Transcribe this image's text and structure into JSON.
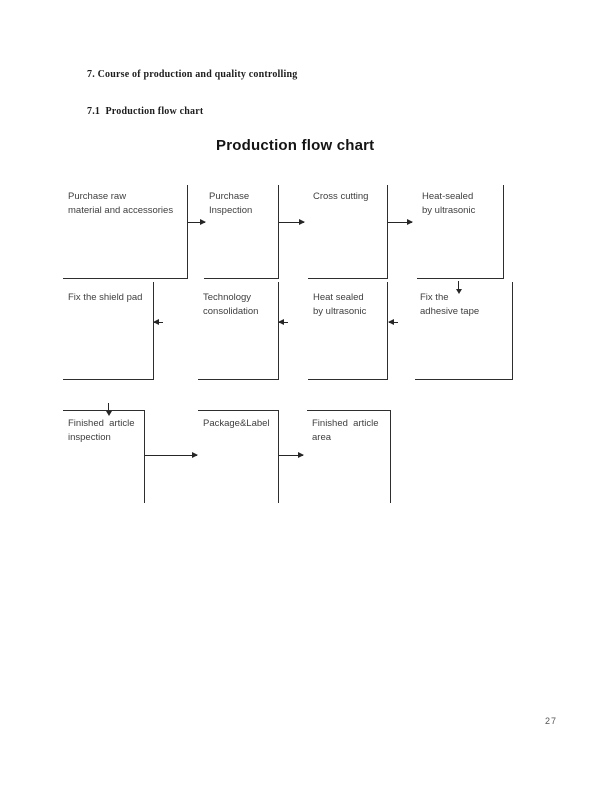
{
  "page": {
    "heading1": "7. Course of production and quality controlling",
    "heading2": "7.1  Production flow chart",
    "title": "Production flow chart",
    "page_number": "27"
  },
  "flowchart": {
    "rows": [
      {
        "boxes": [
          {
            "label": "Purchase raw\nmaterial and accessories"
          },
          {
            "label": "Purchase\nInspection"
          },
          {
            "label": "Cross cutting"
          },
          {
            "label": "Heat-sealed\nby ultrasonic"
          }
        ]
      },
      {
        "boxes": [
          {
            "label": "Fix the shield pad"
          },
          {
            "label": "Technology\nconsolidation"
          },
          {
            "label": "Heat sealed\nby ultrasonic"
          },
          {
            "label": "Fix the\nadhesive tape"
          }
        ]
      },
      {
        "boxes": [
          {
            "label": "Finished  article\ninspection"
          },
          {
            "label": "Package&Label"
          },
          {
            "label": "Finished  article\narea"
          }
        ]
      }
    ]
  },
  "colors": {
    "ink": "#1d1d1d",
    "box_text": "#3e3e3e",
    "line": "#2e2e2e"
  }
}
